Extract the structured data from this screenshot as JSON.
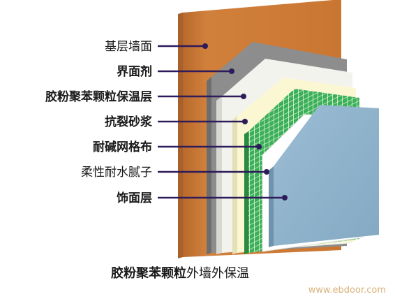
{
  "layers": [
    {
      "label": "基层墙面",
      "bold": false
    },
    {
      "label": "界面剂",
      "bold": true
    },
    {
      "label": "胶粉聚苯颗粒保温层",
      "bold": true
    },
    {
      "label": "抗裂砂浆",
      "bold": true
    },
    {
      "label": "耐碱网格布",
      "bold": true
    },
    {
      "label": "柔性耐水腻子",
      "bold": false
    },
    {
      "label": "饰面层",
      "bold": true
    }
  ],
  "caption": {
    "bold_part": "胶粉聚苯颗粒",
    "rest": "外墙外保温"
  },
  "watermark": "www.ebdoor.com",
  "colors": {
    "wall": "#cd7a35",
    "primer": "#8f8f8f",
    "insulation": "#f4f4f0",
    "mortar": "#fbf8d6",
    "mesh": "#2da14a",
    "putty": "#ffffff",
    "finish": "#8fb3cc",
    "leader": "#2d1b5a",
    "dot": "#2d1b5a"
  }
}
